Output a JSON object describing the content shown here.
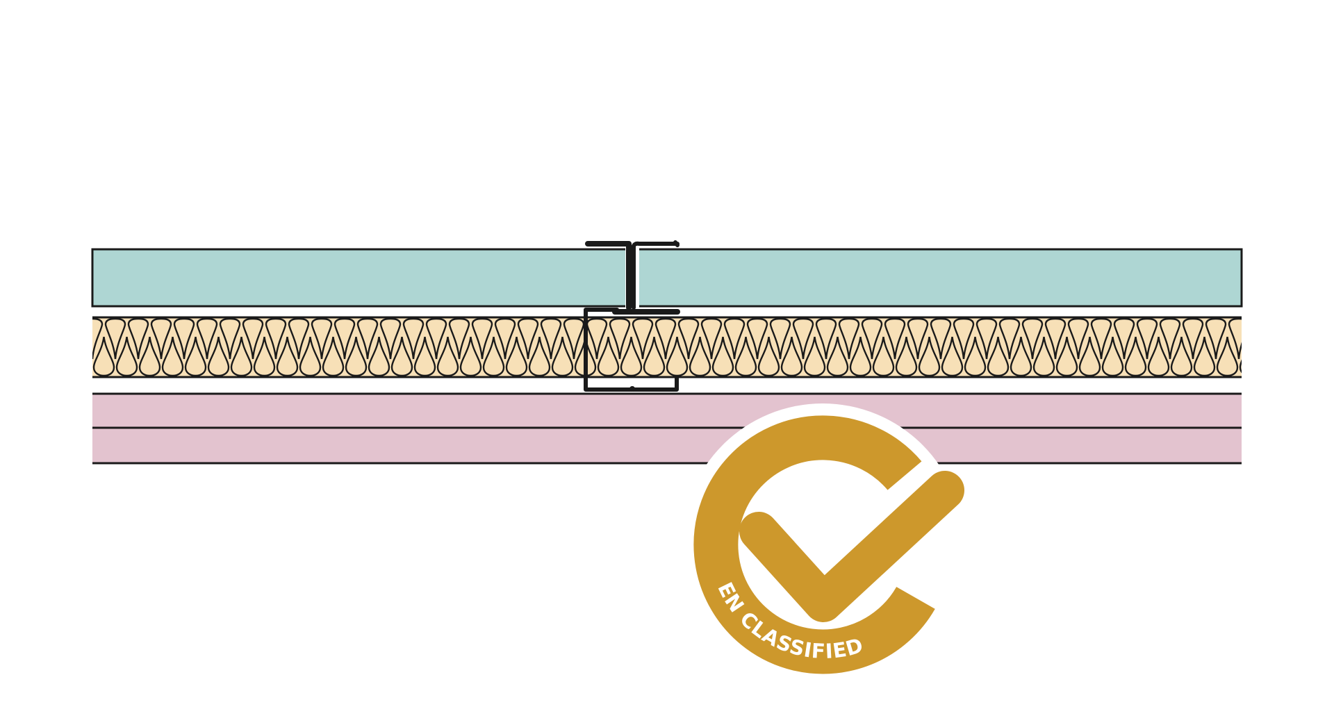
{
  "diagram": {
    "layers": [
      {
        "name": "board-top",
        "color": "#aed6d3"
      },
      {
        "name": "insulation",
        "color": "#f7e0b7"
      },
      {
        "name": "board-lower-1",
        "color": "#e3c3cf"
      },
      {
        "name": "board-lower-2",
        "color": "#e3c3cf"
      }
    ],
    "line_color": "#1a1a1a",
    "stud": {
      "name": "metal-stud-profile"
    }
  },
  "badge": {
    "text": "EN CLASSIFIED",
    "color": "#cd982c",
    "text_color": "#ffffff",
    "icon": "checkmark-icon"
  }
}
